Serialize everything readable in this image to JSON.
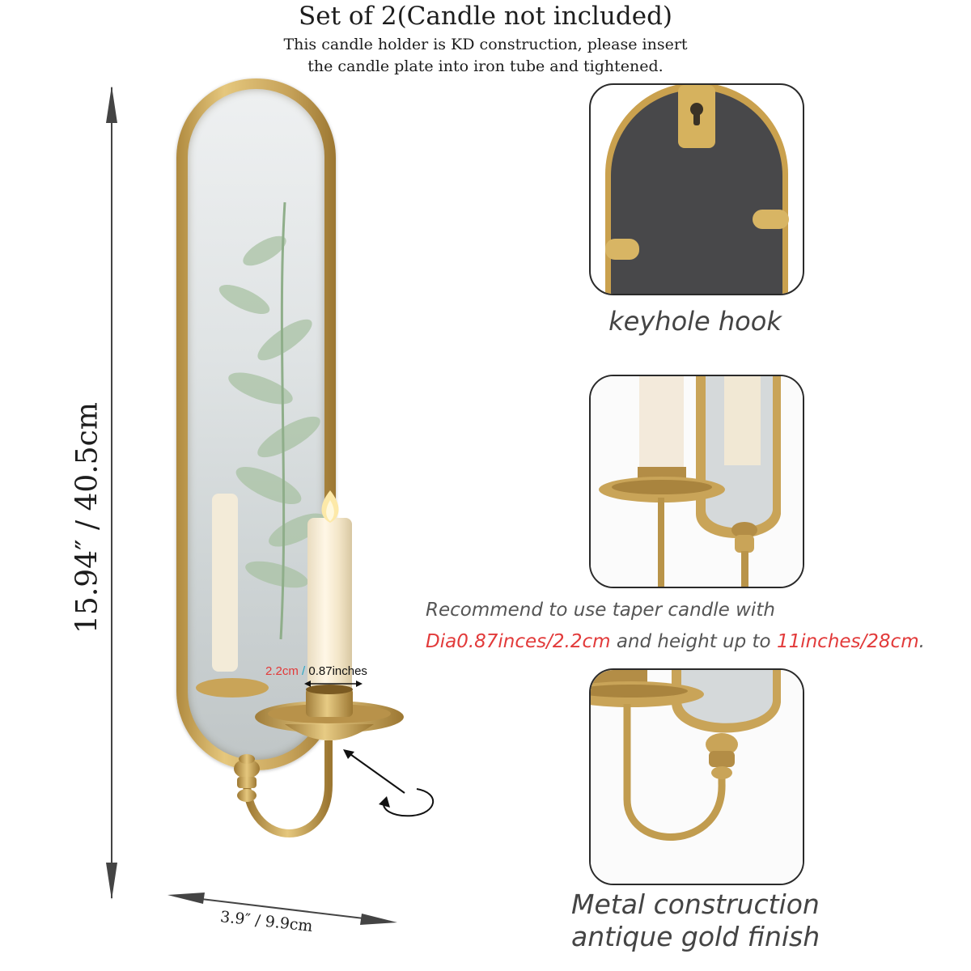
{
  "header": {
    "title": "Set of 2(Candle not included)",
    "line1": "This candle holder is KD construction, please insert",
    "line2": "the candle plate into iron tube and tightened."
  },
  "dimensions": {
    "height": "15.94″  / 40.5cm",
    "width": "3.9″ / 9.9cm",
    "cup_cm": "2.2cm",
    "cup_sep": "/",
    "cup_in": "0.87inches"
  },
  "panels": {
    "keyhole_caption": "keyhole hook",
    "metal_line1": "Metal construction",
    "metal_line2": "antique gold finish"
  },
  "recommend": {
    "line1": "Recommend to use taper candle with",
    "dia": "Dia0.87inces/2.2cm",
    "middle": " and height up to ",
    "height": "11inches/28cm",
    "end": "."
  },
  "colors": {
    "gold": "#c9a458",
    "red_accent": "#e23a3a",
    "teal_accent": "#2aa8c4"
  }
}
